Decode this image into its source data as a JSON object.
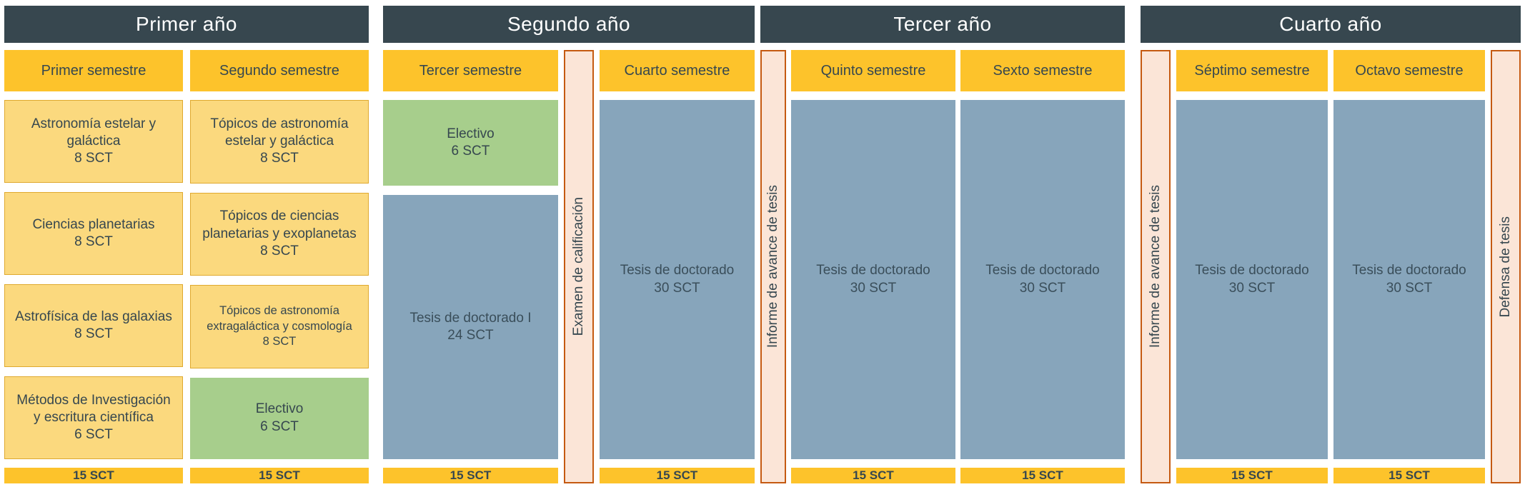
{
  "palette": {
    "year_header_bg": "#37474F",
    "year_header_text": "#FFFFFF",
    "semester_header_bg": "#FDC32B",
    "course_card_bg": "#FBD97E",
    "course_card_border": "#DFA92F",
    "elective_card_bg": "#A7CE8C",
    "thesis_card_bg": "#87A5BB",
    "milestone_bg": "#FBE5D7",
    "milestone_border": "#C55A11",
    "text": "#36474F"
  },
  "years": [
    {
      "title": "Primer año",
      "columns": [
        {
          "semester": "Primer semestre",
          "total": "15 SCT",
          "cards": [
            {
              "title": "Astronomía estelar y galáctica",
              "credits": "8 SCT"
            },
            {
              "title": "Ciencias planetarias",
              "credits": "8 SCT"
            },
            {
              "title": "Astrofísica de las galaxias",
              "credits": "8 SCT"
            },
            {
              "title": "Métodos de Investigación y escritura científica",
              "credits": "6 SCT"
            }
          ]
        },
        {
          "semester": "Segundo semestre",
          "total": "15 SCT",
          "cards": [
            {
              "title": "Tópicos de astronomía estelar y galáctica",
              "credits": "8 SCT"
            },
            {
              "title": "Tópicos de ciencias planetarias y exoplanetas",
              "credits": "8 SCT"
            },
            {
              "title": "Tópicos de astronomía extragaláctica y cosmología",
              "credits": "8 SCT"
            },
            {
              "title": "Electivo",
              "credits": "6 SCT"
            }
          ]
        }
      ]
    },
    {
      "title": "Segundo año",
      "milestone": {
        "label": "Examen de calificación"
      },
      "columns": [
        {
          "semester": "Tercer semestre",
          "total": "15 SCT",
          "cards": [
            {
              "title": "Electivo",
              "credits": "6 SCT"
            },
            {
              "title": "Tesis de doctorado I",
              "credits": "24 SCT"
            }
          ]
        },
        {
          "semester": "Cuarto semestre",
          "total": "15 SCT",
          "cards": [
            {
              "title": "Tesis de doctorado",
              "credits": "30 SCT"
            }
          ]
        }
      ]
    },
    {
      "title": "Tercer año",
      "milestone_left": {
        "label": "Informe de avance de tesis"
      },
      "columns": [
        {
          "semester": "Quinto semestre",
          "total": "15 SCT",
          "cards": [
            {
              "title": "Tesis de doctorado",
              "credits": "30 SCT"
            }
          ]
        },
        {
          "semester": "Sexto semestre",
          "total": "15 SCT",
          "cards": [
            {
              "title": "Tesis de doctorado",
              "credits": "30 SCT"
            }
          ]
        }
      ]
    },
    {
      "title": "Cuarto año",
      "milestone_left": {
        "label": "Informe de avance de tesis"
      },
      "milestone_right": {
        "label": "Defensa de tesis"
      },
      "columns": [
        {
          "semester": "Séptimo semestre",
          "total": "15 SCT",
          "cards": [
            {
              "title": "Tesis de doctorado",
              "credits": "30 SCT"
            }
          ]
        },
        {
          "semester": "Octavo semestre",
          "total": "15 SCT",
          "cards": [
            {
              "title": "Tesis de doctorado",
              "credits": "30 SCT"
            }
          ]
        }
      ]
    }
  ]
}
